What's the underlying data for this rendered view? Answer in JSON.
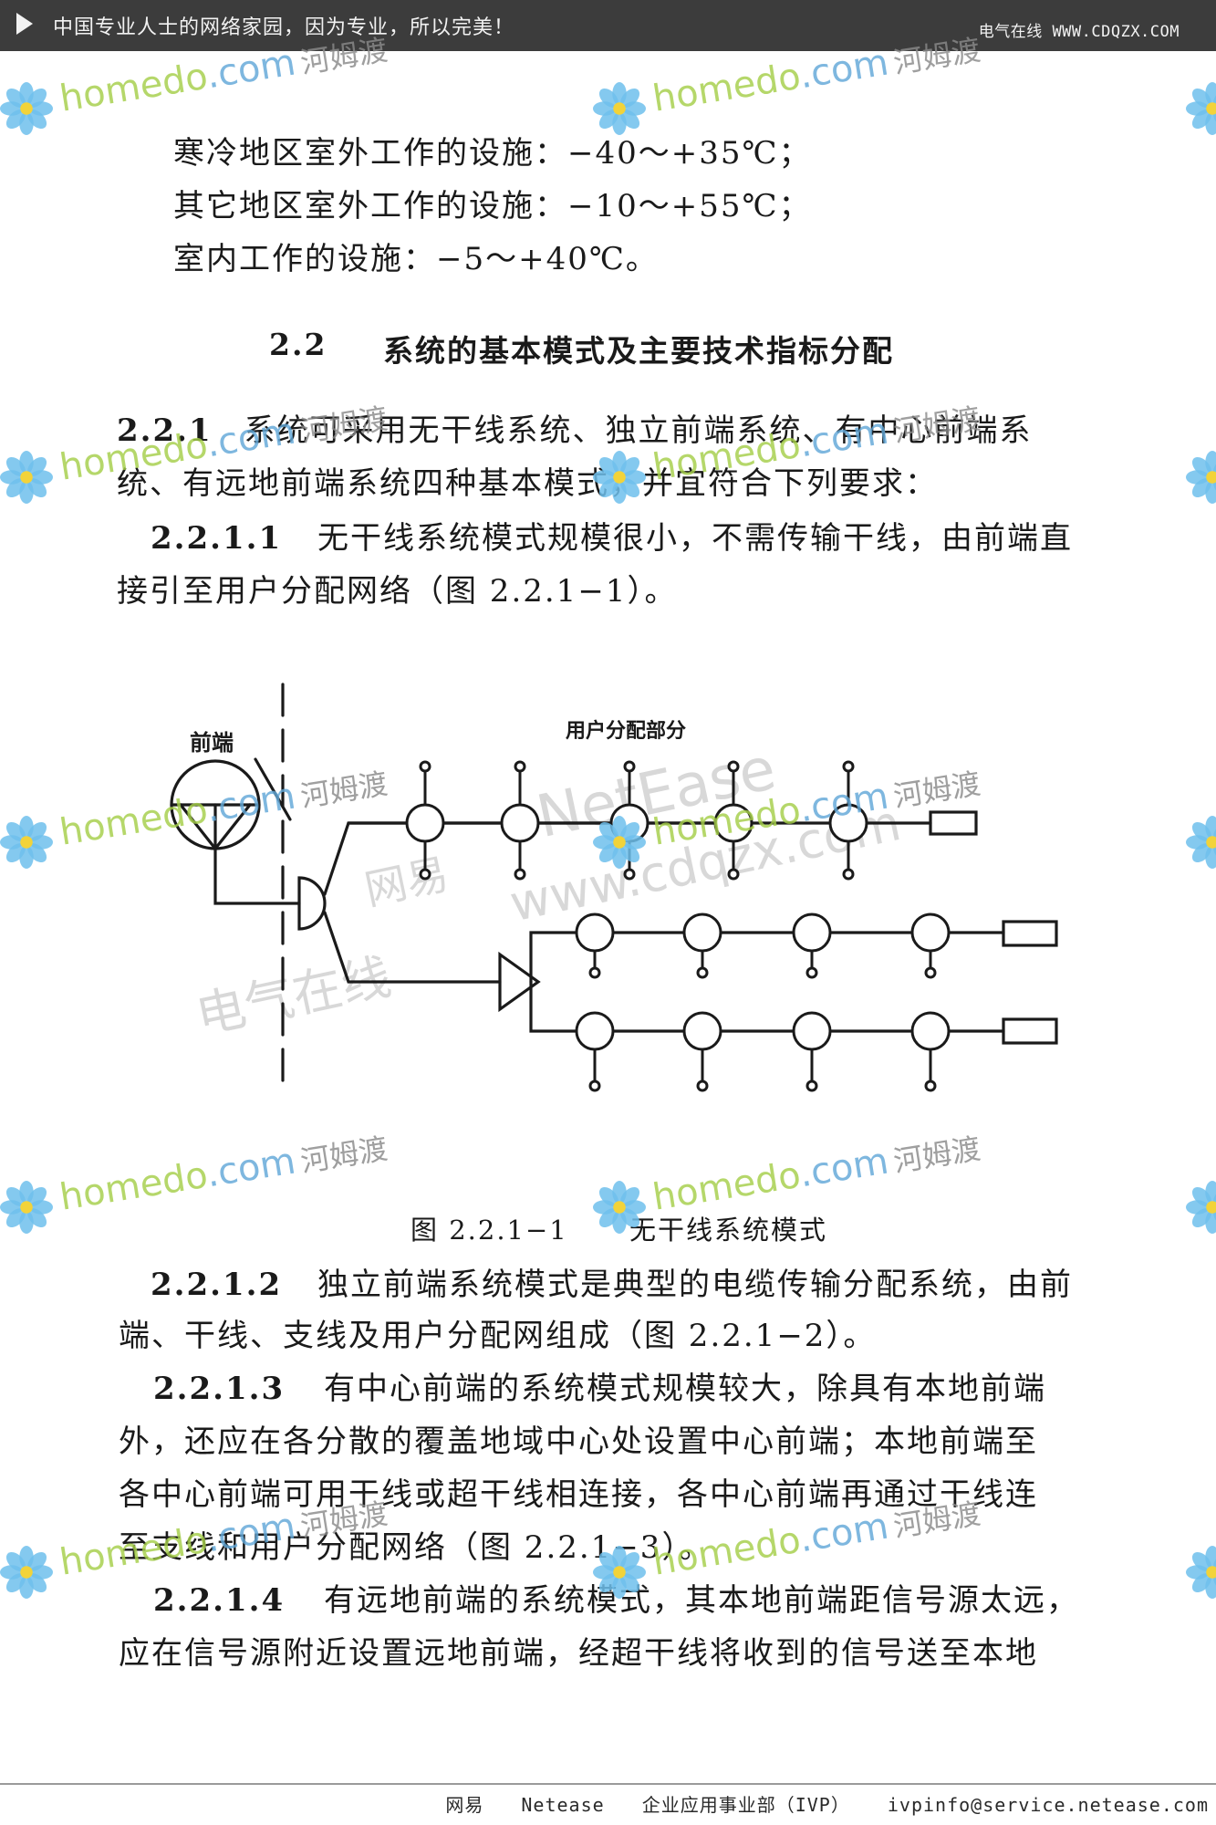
{
  "header": {
    "slogan": "中国专业人士的网络家园，因为专业，所以完美！",
    "site": "电气在线 WWW.CDQZX.COM"
  },
  "watermark": {
    "latin": "homedo",
    "domain": ".com",
    "chinese": "河姆渡",
    "ghost_brand": "NetEase",
    "ghost_site": "www.cdqzx.com",
    "ghost_cn1": "网易",
    "ghost_cn2": "电气在线"
  },
  "temps": [
    "寒冷地区室外工作的设施：−40～+35℃；",
    "其它地区室外工作的设施：−10～+55℃；",
    "室内工作的设施：−5～+40℃。"
  ],
  "section": {
    "number": "2.2",
    "title": "系统的基本模式及主要技术指标分配"
  },
  "clauses": {
    "c221_num": "2.2.1",
    "c221_l1": "系统可采用无干线系统、独立前端系统、有中心前端系",
    "c221_l2": "统、有远地前端系统四种基本模式，并宜符合下列要求：",
    "c2211_num": "2.2.1.1",
    "c2211_l1": "无干线系统模式规模很小，不需传输干线，由前端直",
    "c2211_l2": "接引至用户分配网络（图 2.2.1−1）。",
    "c2212_num": "2.2.1.2",
    "c2212_l1": "独立前端系统模式是典型的电缆传输分配系统，由前",
    "c2212_l2": "端、干线、支线及用户分配网组成（图 2.2.1−2）。",
    "c2213_num": "2.2.1.3",
    "c2213_l1": "有中心前端的系统模式规模较大，除具有本地前端",
    "c2213_l2": "外，还应在各分散的覆盖地域中心处设置中心前端；本地前端至",
    "c2213_l3": "各中心前端可用干线或超干线相连接，各中心前端再通过干线连",
    "c2213_l4": "至支线和用户分配网络（图 2.2.1−3）。",
    "c2214_num": "2.2.1.4",
    "c2214_l1": "有远地前端的系统模式，其本地前端距信号源太远，",
    "c2214_l2": "应在信号源附近设置远地前端，经超干线将收到的信号送至本地"
  },
  "figure": {
    "headend_label": "前端",
    "distribution_label": "用户分配部分",
    "caption_num": "图 2.2.1−1",
    "caption_text": "无干线系统模式"
  },
  "footer": {
    "company_cn": "网易",
    "company_en": "Netease",
    "dept": "企业应用事业部（IVP）",
    "email": "ivpinfo@service.netease.com"
  }
}
